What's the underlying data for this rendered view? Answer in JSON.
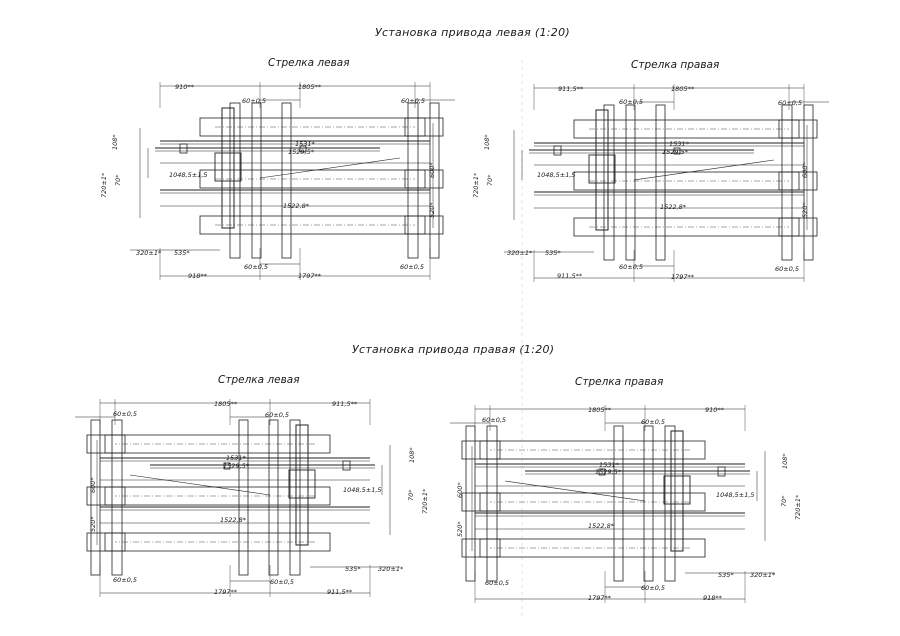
{
  "sections": {
    "top_title": "Установка привода левая (1:20)",
    "bottom_title": "Установка привода правая (1:20)"
  },
  "drawings": {
    "top_left": {
      "caption": "Стрелка левая",
      "dims": {
        "d910": "910**",
        "d1805": "1805**",
        "d60a": "60±0,5",
        "d60b": "60±0,5",
        "d1531": "1531*",
        "d1529": "1529,5*",
        "d1048": "1048,5±1,5",
        "d1522": "1522,8*",
        "d320": "320±1*",
        "d535": "535*",
        "d60c": "60±0,5",
        "d60d": "60±0,5",
        "d918": "918**",
        "d1797": "1797**",
        "v108": "108*",
        "v720": "720±1*",
        "v70": "70*",
        "v600": "600*",
        "v520": "520*"
      }
    },
    "top_right": {
      "caption": "Стрелка правая",
      "dims": {
        "d911": "911,5**",
        "d1805": "1805**",
        "d60a": "60±0,5",
        "d60b": "60±0,5",
        "d1531": "1531*",
        "d1529": "1529,5*",
        "d1048": "1048,5±1,5",
        "d1522": "1522,8*",
        "d320": "320±1*",
        "d535": "535*",
        "d60c": "60±0,5",
        "d60d": "60±0,5",
        "d911b": "911,5**",
        "d1797": "1797**",
        "v108": "108*",
        "v720": "720±1*",
        "v70": "70*",
        "v600": "600*",
        "v520": "520*"
      }
    },
    "bottom_left": {
      "caption": "Стрелка левая",
      "dims": {
        "d60a": "60±0,5",
        "d1805": "1805**",
        "d60b": "60±0,5",
        "d911": "911,5**",
        "d1531": "1531*",
        "d1529": "1529,5*",
        "d1048": "1048,5±1,5",
        "d1522": "1522,8*",
        "d60c": "60±0,5",
        "d60d": "60±0,5",
        "d535": "535*",
        "d320": "320±1*",
        "d1797": "1797**",
        "d911b": "911,5**",
        "v600": "600*",
        "v520": "520*",
        "v108": "108*",
        "v70": "70*",
        "v720": "720±1*"
      }
    },
    "bottom_right": {
      "caption": "Стрелка правая",
      "dims": {
        "d60a": "60±0,5",
        "d1805": "1805**",
        "d60b": "60±0,5",
        "d910": "910**",
        "d1531": "1531*",
        "d1529": "1529,5*",
        "d1048": "1048,5±1,5",
        "d1522": "1522,8*",
        "d60c": "60±0,5",
        "d60d": "60±0,5",
        "d535": "535*",
        "d320": "320±1*",
        "d1797": "1797**",
        "d918": "918**",
        "v600": "600*",
        "v520": "520*",
        "v108": "108*",
        "v70": "70*",
        "v720": "720±1*"
      }
    }
  }
}
